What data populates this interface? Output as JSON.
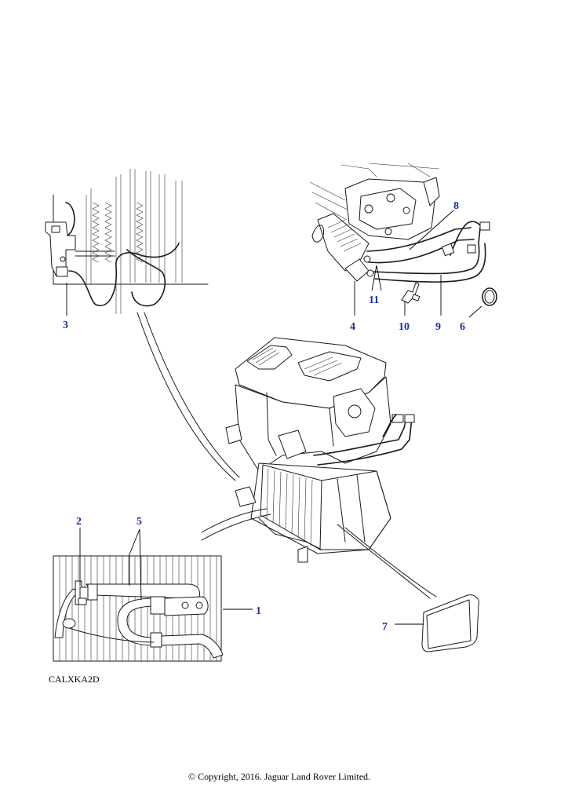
{
  "diagram": {
    "reference_code": "CALXKA2D",
    "copyright": "© Copyright, 2016. Jaguar Land Rover Limited.",
    "callout_color": "#1a2fa8",
    "callouts": [
      "1",
      "2",
      "3",
      "4",
      "5",
      "6",
      "7",
      "8",
      "9",
      "10",
      "11"
    ]
  }
}
